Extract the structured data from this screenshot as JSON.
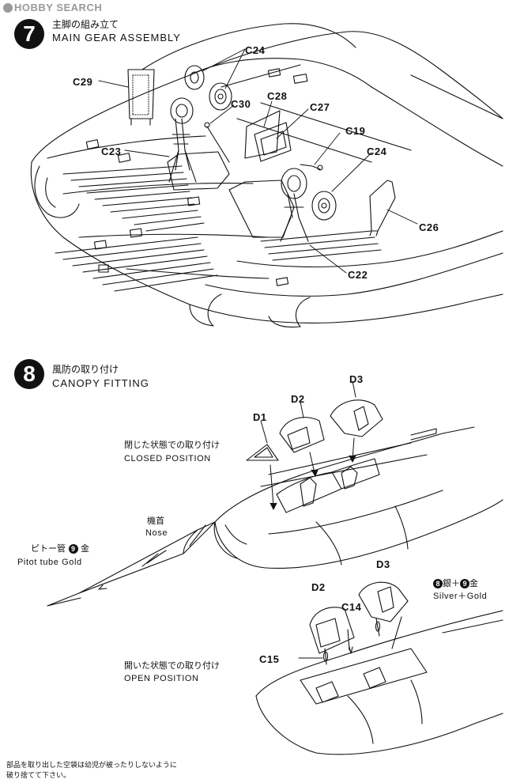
{
  "watermark": "HOBBY SEARCH",
  "step7": {
    "number": "7",
    "title_jp": "主脚の組み立て",
    "title_en": "MAIN GEAR ASSEMBLY",
    "parts": [
      "C24",
      "C29",
      "C30",
      "C28",
      "C27",
      "C23",
      "C19",
      "C24",
      "C26",
      "C22"
    ]
  },
  "step8": {
    "number": "8",
    "title_jp": "風防の取り付け",
    "title_en": "CANOPY FITTING",
    "closed_jp": "閉じた状態での取り付け",
    "closed_en": "CLOSED POSITION",
    "open_jp": "開いた状態での取り付け",
    "open_en": "OPEN POSITION",
    "nose_jp": "機首",
    "nose_en": "Nose",
    "pitot_jp": "ピトー管",
    "pitot_badge": "9",
    "pitot_jp_color": "金",
    "pitot_en": "Pitot tube Gold",
    "paint_badge_1": "8",
    "paint_jp_1": "銀＋",
    "paint_badge_2": "9",
    "paint_jp_2": "金",
    "paint_en": "Silver＋Gold",
    "parts": [
      "D3",
      "D2",
      "D1",
      "D3",
      "D2",
      "C14",
      "C15"
    ]
  },
  "footer_note_line1": "部品を取り出した空袋は幼児が被ったりしないように",
  "footer_note_line2": "破り捨てて下さい。",
  "colors": {
    "ink": "#111111",
    "watermark": "#9a9a9a",
    "paper": "#ffffff"
  }
}
